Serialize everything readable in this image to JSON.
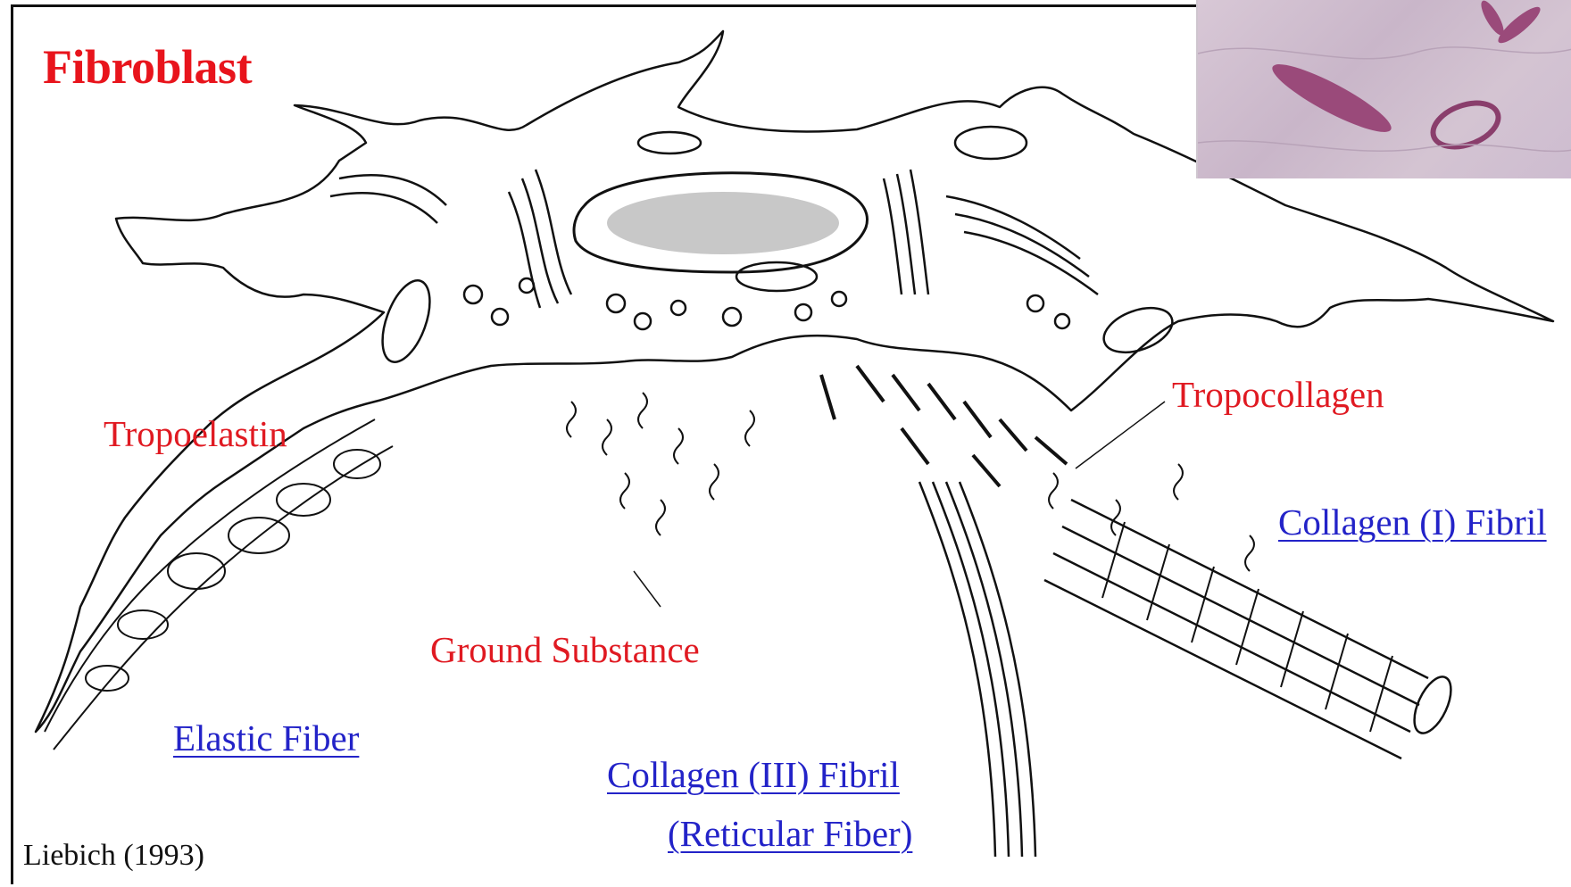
{
  "title": "Fibroblast",
  "labels": {
    "tropoelastin": "Tropoelastin",
    "tropocollagen": "Tropocollagen",
    "ground_substance": "Ground Substance",
    "collagen_i": "Collagen (I) Fibril",
    "elastic_fiber": "Elastic Fiber",
    "collagen_iii": "Collagen (III) Fibril",
    "reticular_fiber": "(Reticular Fiber)"
  },
  "credit": "Liebich (1993)",
  "colors": {
    "label_red": "#e01a22",
    "title_red": "#e8141c",
    "link_blue": "#2323c8",
    "ink": "#111111",
    "photo_bg": "#d4c4d2",
    "photo_cell": "#9a4a7a"
  }
}
